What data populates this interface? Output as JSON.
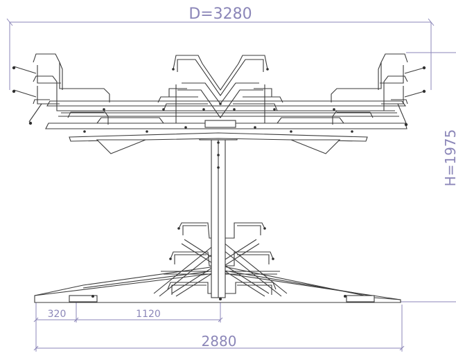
{
  "dimensions": {
    "diameter": "D=3280",
    "height": "H=1975",
    "base_width": "2880",
    "edge_offset": "320",
    "inner_offset": "1120"
  }
}
